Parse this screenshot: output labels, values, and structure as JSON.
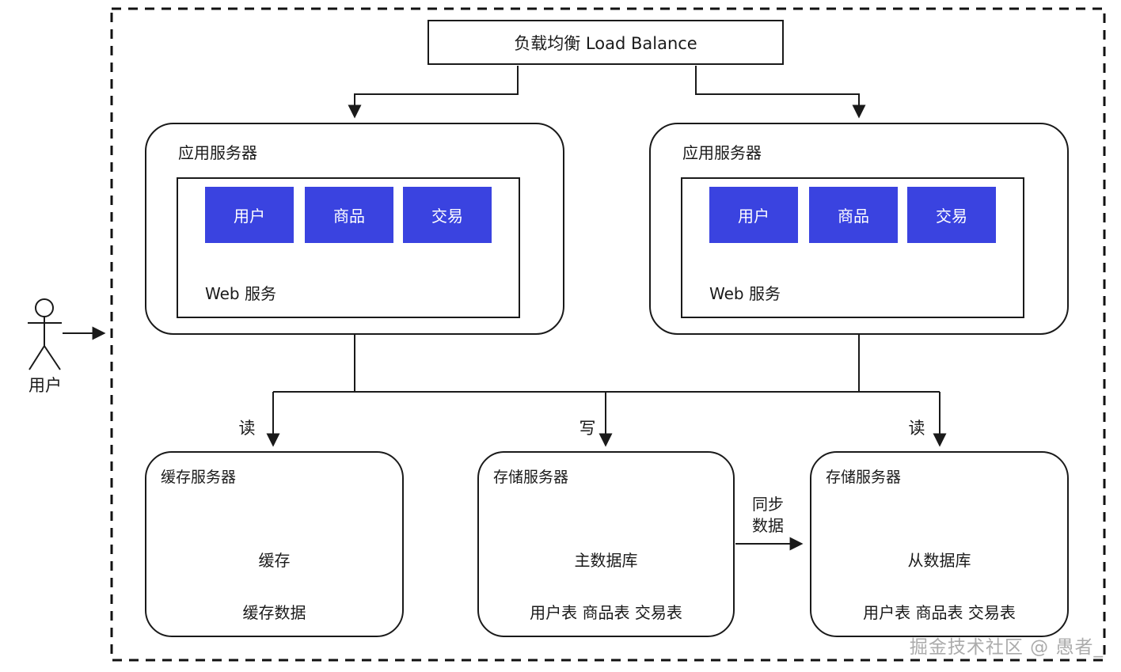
{
  "load_balancer": {
    "label": "负载均衡 Load Balance"
  },
  "actor": {
    "label": "用户"
  },
  "app_servers": [
    {
      "title": "应用服务器",
      "web_service_label": "Web 服务",
      "modules": [
        "用户",
        "商品",
        "交易"
      ]
    },
    {
      "title": "应用服务器",
      "web_service_label": "Web 服务",
      "modules": [
        "用户",
        "商品",
        "交易"
      ]
    }
  ],
  "edge_labels": {
    "read_left": "读",
    "write": "写",
    "read_right": "读",
    "sync_line1": "同步",
    "sync_line2": "数据"
  },
  "cache_server": {
    "title": "缓存服务器",
    "cylinder": "缓存",
    "caption": "缓存数据"
  },
  "storage_servers": [
    {
      "title": "存储服务器",
      "cylinder": "主数据库",
      "caption": "用户表 商品表 交易表"
    },
    {
      "title": "存储服务器",
      "cylinder": "从数据库",
      "caption": "用户表 商品表 交易表"
    }
  ],
  "watermark": "掘金技术社区 @ 愚者_",
  "colors": {
    "module_blue": "#3a43e0",
    "line": "#1a1a1a",
    "background": "#ffffff",
    "watermark_gray": "#969696"
  }
}
